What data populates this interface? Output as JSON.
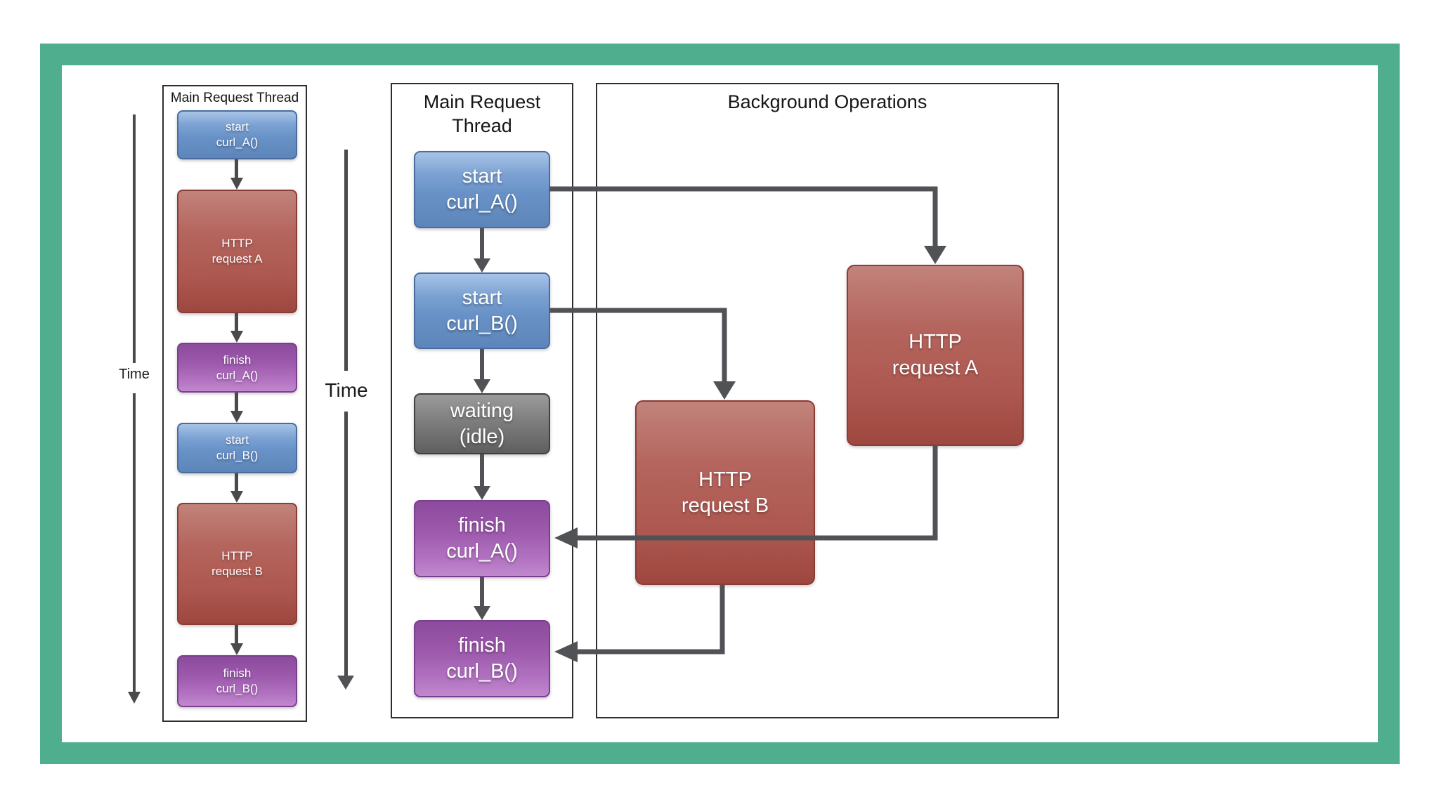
{
  "left_diagram": {
    "title": "Main Request Thread",
    "time_label": "Time",
    "boxes": [
      {
        "line1": "start",
        "line2": "curl_A()"
      },
      {
        "line1": "HTTP",
        "line2": "request A"
      },
      {
        "line1": "finish",
        "line2": "curl_A()"
      },
      {
        "line1": "start",
        "line2": "curl_B()"
      },
      {
        "line1": "HTTP",
        "line2": "request B"
      },
      {
        "line1": "finish",
        "line2": "curl_B()"
      }
    ]
  },
  "main_thread_diagram": {
    "title_line1": "Main Request",
    "title_line2": "Thread",
    "time_label": "Time",
    "boxes": [
      {
        "line1": "start",
        "line2": "curl_A()"
      },
      {
        "line1": "start",
        "line2": "curl_B()"
      },
      {
        "line1": "waiting",
        "line2": "(idle)"
      },
      {
        "line1": "finish",
        "line2": "curl_A()"
      },
      {
        "line1": "finish",
        "line2": "curl_B()"
      }
    ]
  },
  "background_diagram": {
    "title": "Background Operations",
    "boxes": [
      {
        "line1": "HTTP",
        "line2": "request A"
      },
      {
        "line1": "HTTP",
        "line2": "request B"
      }
    ]
  },
  "colors": {
    "frame_green": "#4eae8d",
    "box_blue": "#6b93c8",
    "box_red": "#ad5850",
    "box_purple": "#a565b3",
    "box_gray": "#7e7e7e",
    "arrow_gray": "#515256"
  }
}
